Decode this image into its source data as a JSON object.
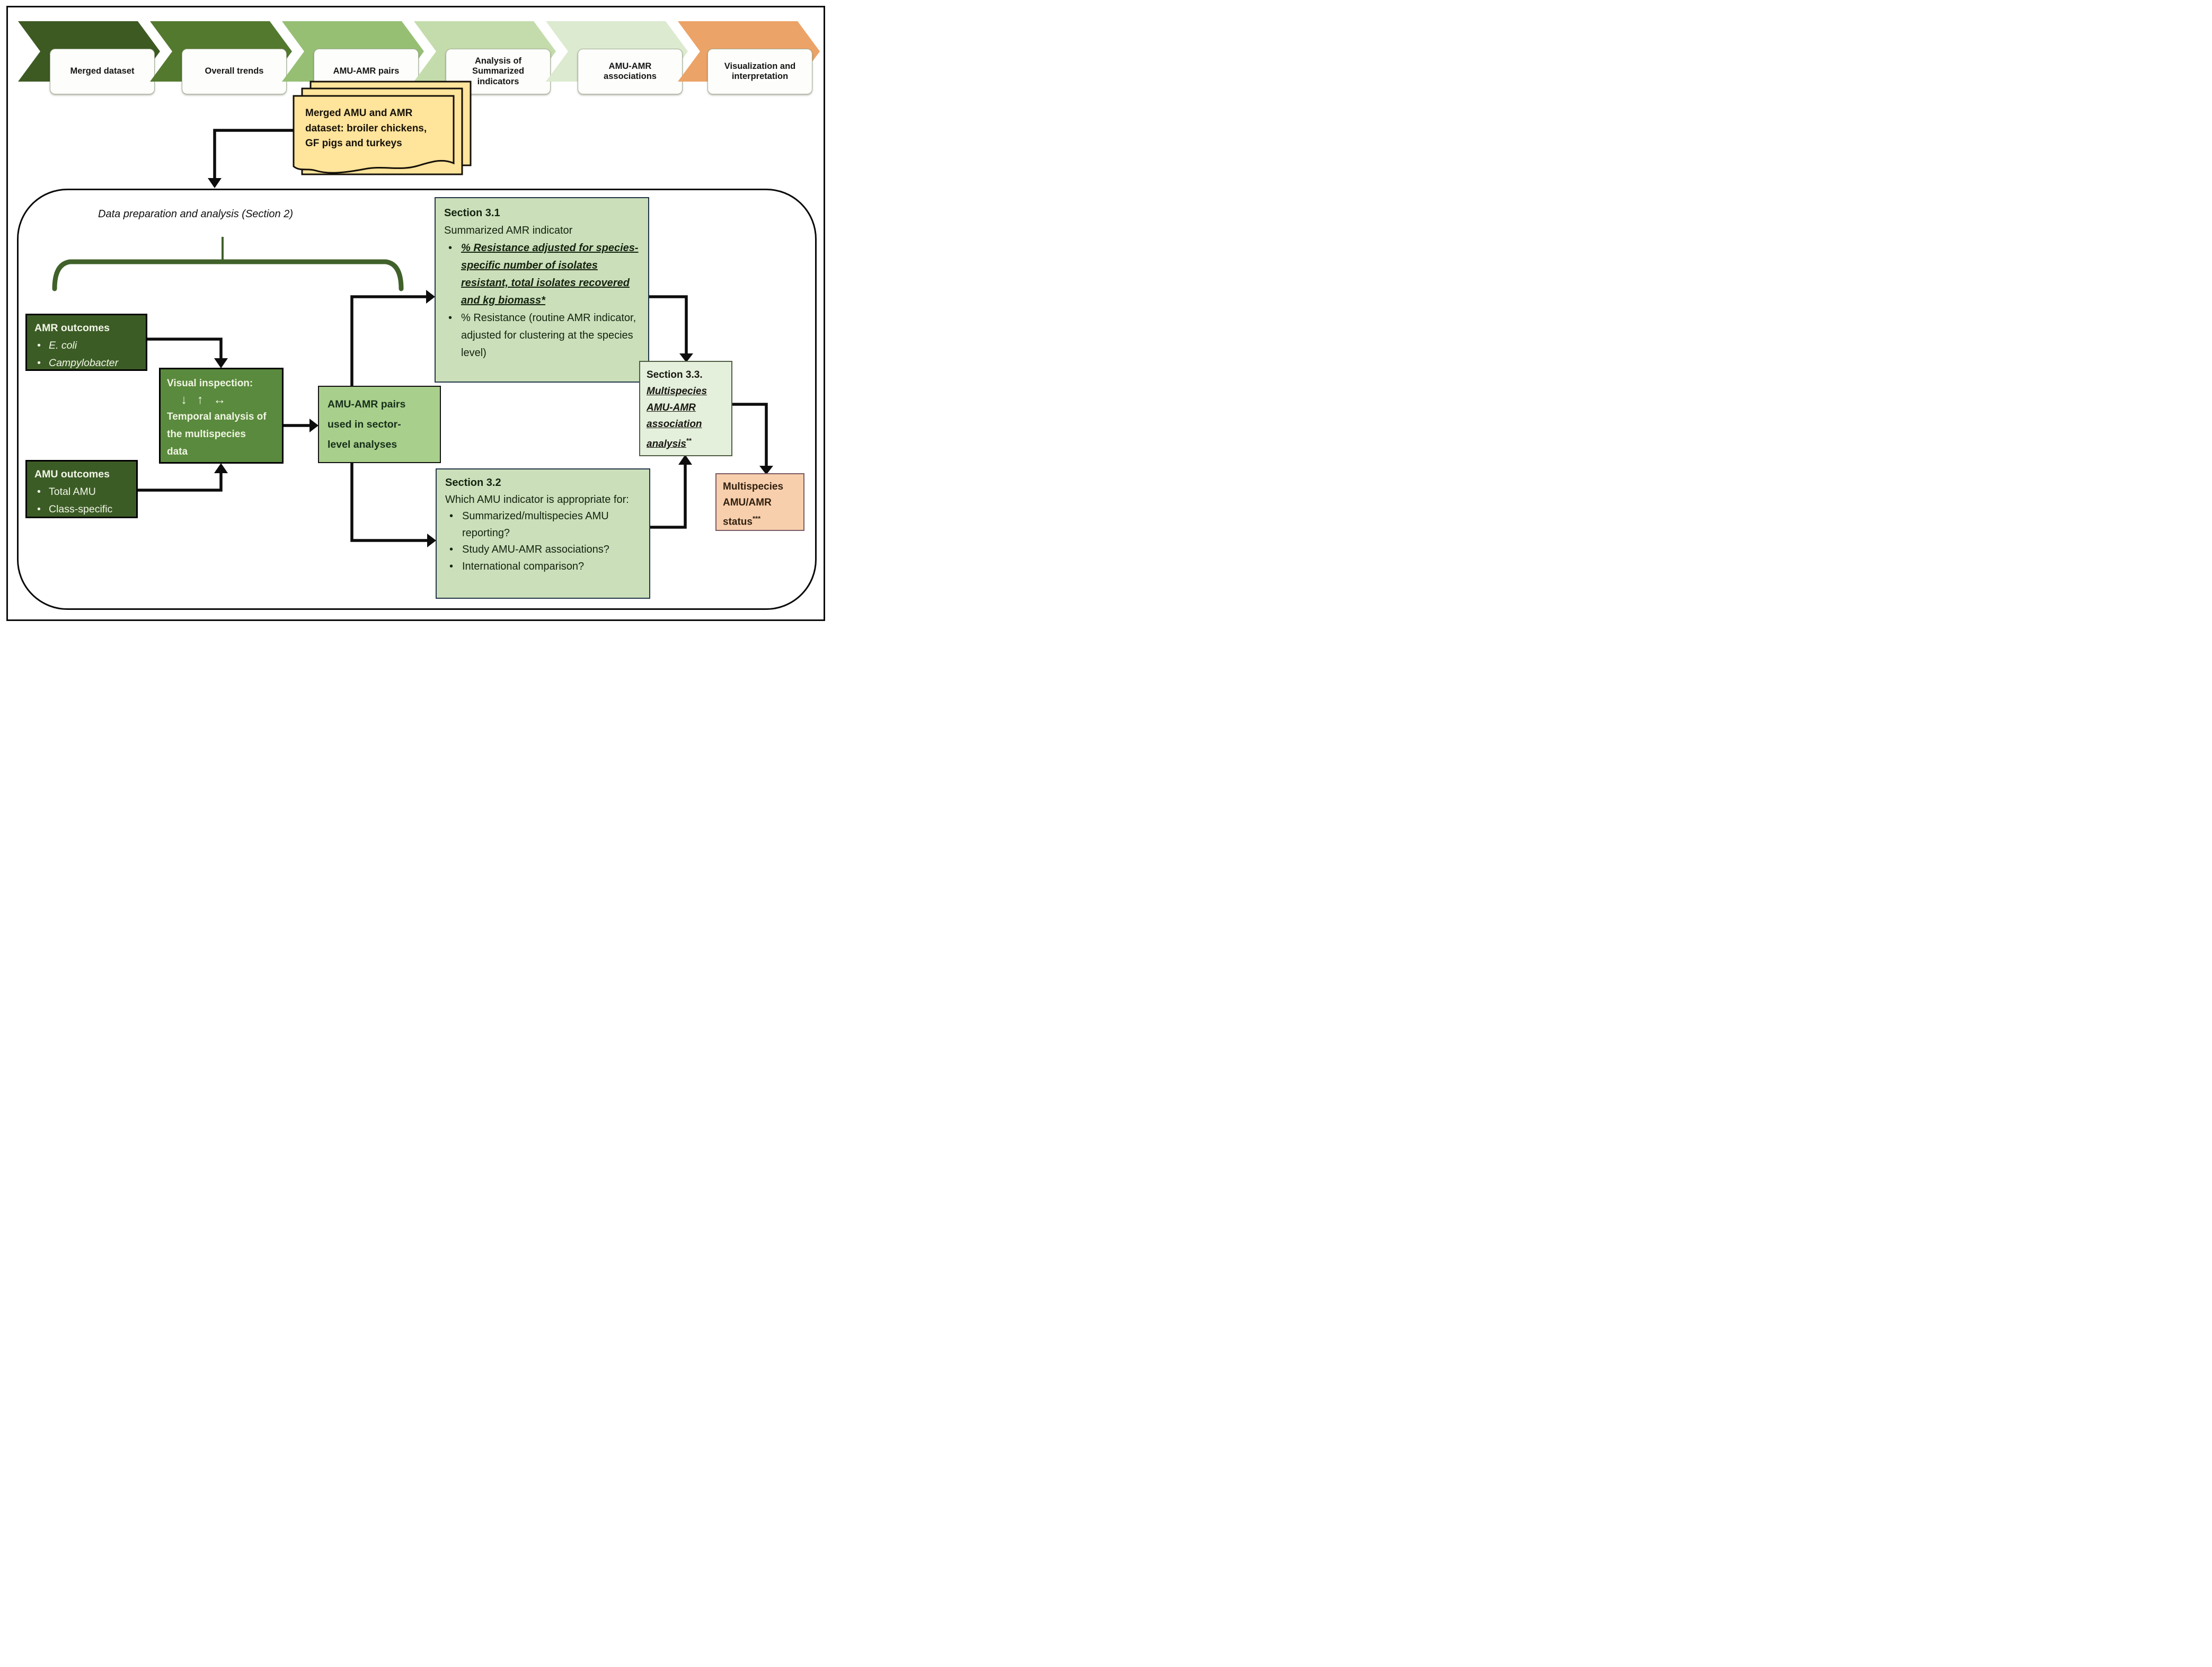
{
  "process_banner": {
    "steps": [
      {
        "label": "Merged dataset",
        "color": "#3d5a23"
      },
      {
        "label": "Overall trends",
        "color": "#53792f"
      },
      {
        "label": "AMU-AMR pairs",
        "color": "#96bf74"
      },
      {
        "label": "Analysis of Summarized indicators",
        "color": "#c4dcac"
      },
      {
        "label": "AMU-AMR associations",
        "color": "#dceacf"
      },
      {
        "label": "Visualization and interpretation",
        "color": "#eca367"
      }
    ]
  },
  "dataset_document": {
    "lines": [
      "Merged AMU and AMR",
      "dataset: broiler chickens,",
      "GF pigs and turkeys"
    ],
    "fill_color": "#ffe49b"
  },
  "main_flow": {
    "title": "Data preparation and analysis (Section 2)",
    "amr_outcomes": {
      "title": "AMR outcomes",
      "items": [
        "E. coli",
        "Campylobacter"
      ]
    },
    "amu_outcomes": {
      "title": "AMU outcomes",
      "items": [
        "Total AMU",
        "Class-specific"
      ]
    },
    "visual_inspection": {
      "line1": "Visual inspection:",
      "arrows": "↓ ↑ ↔",
      "line2": "Temporal analysis of the multispecies data"
    },
    "amu_amr_pairs": {
      "text": "AMU-AMR pairs used in sector-level analyses"
    },
    "section_3_1": {
      "heading": "Section 3.1",
      "subheading": "Summarized AMR indicator",
      "bullet1": "% Resistance adjusted for species-specific number of isolates resistant, total isolates recovered and kg biomass*",
      "bullet2": "% Resistance (routine AMR indicator, adjusted for clustering at the species level)"
    },
    "section_3_2": {
      "heading": "Section 3.2",
      "intro": "Which AMU indicator is appropriate for:",
      "bullets": [
        "Summarized/multispecies AMU reporting?",
        "Study AMU-AMR associations?",
        "International comparison?"
      ]
    },
    "section_3_3": {
      "heading": "Section 3.3.",
      "body": "Multispecies AMU-AMR association analysis",
      "superscript": "**"
    },
    "status_box": {
      "line1": "Multispecies",
      "line2": "AMU/AMR",
      "line3": "status",
      "superscript": "***"
    }
  },
  "colors": {
    "dark_green_box": "#3c5c26",
    "mid_green_box": "#5a8a3d",
    "light_green_box": "#a9cf8c",
    "section_box_fill": "#cbdfba",
    "section33_fill": "#e4efdc",
    "status_fill": "#f8cfad",
    "connector": "#0d0d0d",
    "brace": "#40612a"
  }
}
